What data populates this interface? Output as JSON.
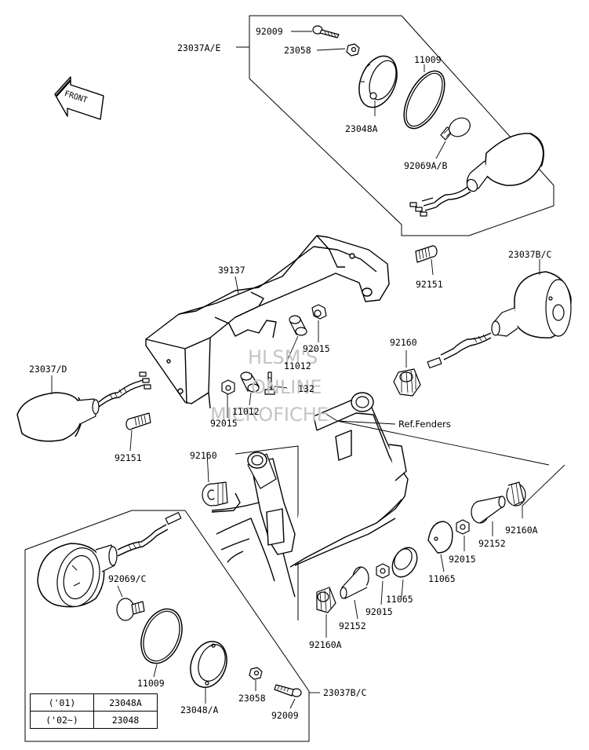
{
  "labels": {
    "p92009_top": "92009",
    "p23037ae": "23037A/E",
    "p23058_top": "23058",
    "p11009_top": "11009",
    "p23048a_top": "23048A",
    "p92069ab": "92069A/B",
    "p23037bc_top": "23037B/C",
    "p39137": "39137",
    "p92151_right": "92151",
    "p92160_mid": "92160",
    "p23037d": "23037/D",
    "p11012_a": "11012",
    "p132": "132",
    "p11012_b": "11012",
    "p92015_a": "92015",
    "p92015_b": "92015",
    "ref_fenders": "Ref.Fenders",
    "p92151_left": "92151",
    "p92160_left": "92160",
    "p92160a_right": "92160A",
    "p92152_right": "92152",
    "p92015_right": "92015",
    "p11065_a": "11065",
    "p11065_b": "11065",
    "p92015_low": "92015",
    "p92152_low": "92152",
    "p92160a_low": "92160A",
    "p92069c": "92069/C",
    "p11009_low": "11009",
    "p23048a_low": "23048/A",
    "p23058_low": "23058",
    "p92009_low": "92009",
    "p23037bc_low": "23037B/C",
    "front": "FRONT"
  },
  "watermark": [
    "HLSM'S",
    "ONLINE",
    "MICROFICHE"
  ],
  "table": [
    {
      "year": "('01)",
      "part": "23048A"
    },
    {
      "year": "('02~)",
      "part": "23048"
    }
  ]
}
